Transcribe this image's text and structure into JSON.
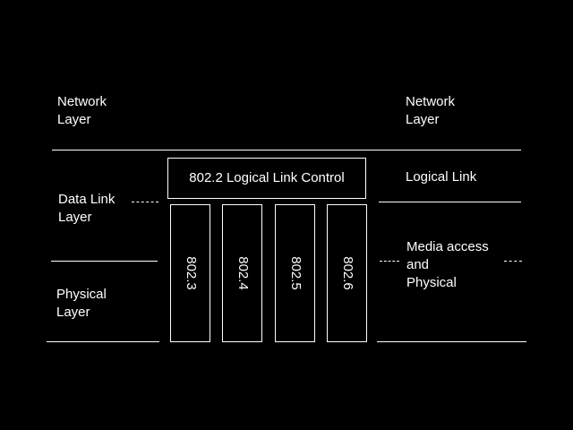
{
  "left": {
    "network": [
      "Network",
      "Layer"
    ],
    "datalink": [
      "Data Link",
      "Layer"
    ],
    "physical": [
      "Physical",
      "Layer"
    ]
  },
  "center": {
    "llc": "802.2 Logical Link Control",
    "standards": [
      "802.3",
      "802.4",
      "802.5",
      "802.6"
    ]
  },
  "right": {
    "network": [
      "Network",
      "Layer"
    ],
    "logical_link": "Logical Link",
    "media": [
      "Media access",
      "and",
      "Physical"
    ]
  }
}
